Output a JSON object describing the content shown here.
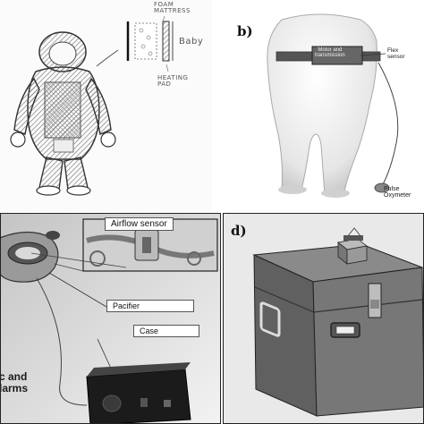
{
  "panel_a": {
    "label_foam": "FOAM\nMATTRESS",
    "label_baby": "Baby",
    "label_heating": "HEATING\nPAD"
  },
  "panel_b": {
    "letter": "b)",
    "label_motor": "Motor and\ntransmission",
    "label_flex": "Flex\nsensor",
    "label_pulse": "Pulse\nOxymeter"
  },
  "panel_c": {
    "label_airflow": "Airflow sensor",
    "label_pacifier": "Pacifier",
    "label_case": "Case",
    "label_alarms": "c and\nlarms"
  },
  "panel_d": {
    "letter": "d)"
  }
}
